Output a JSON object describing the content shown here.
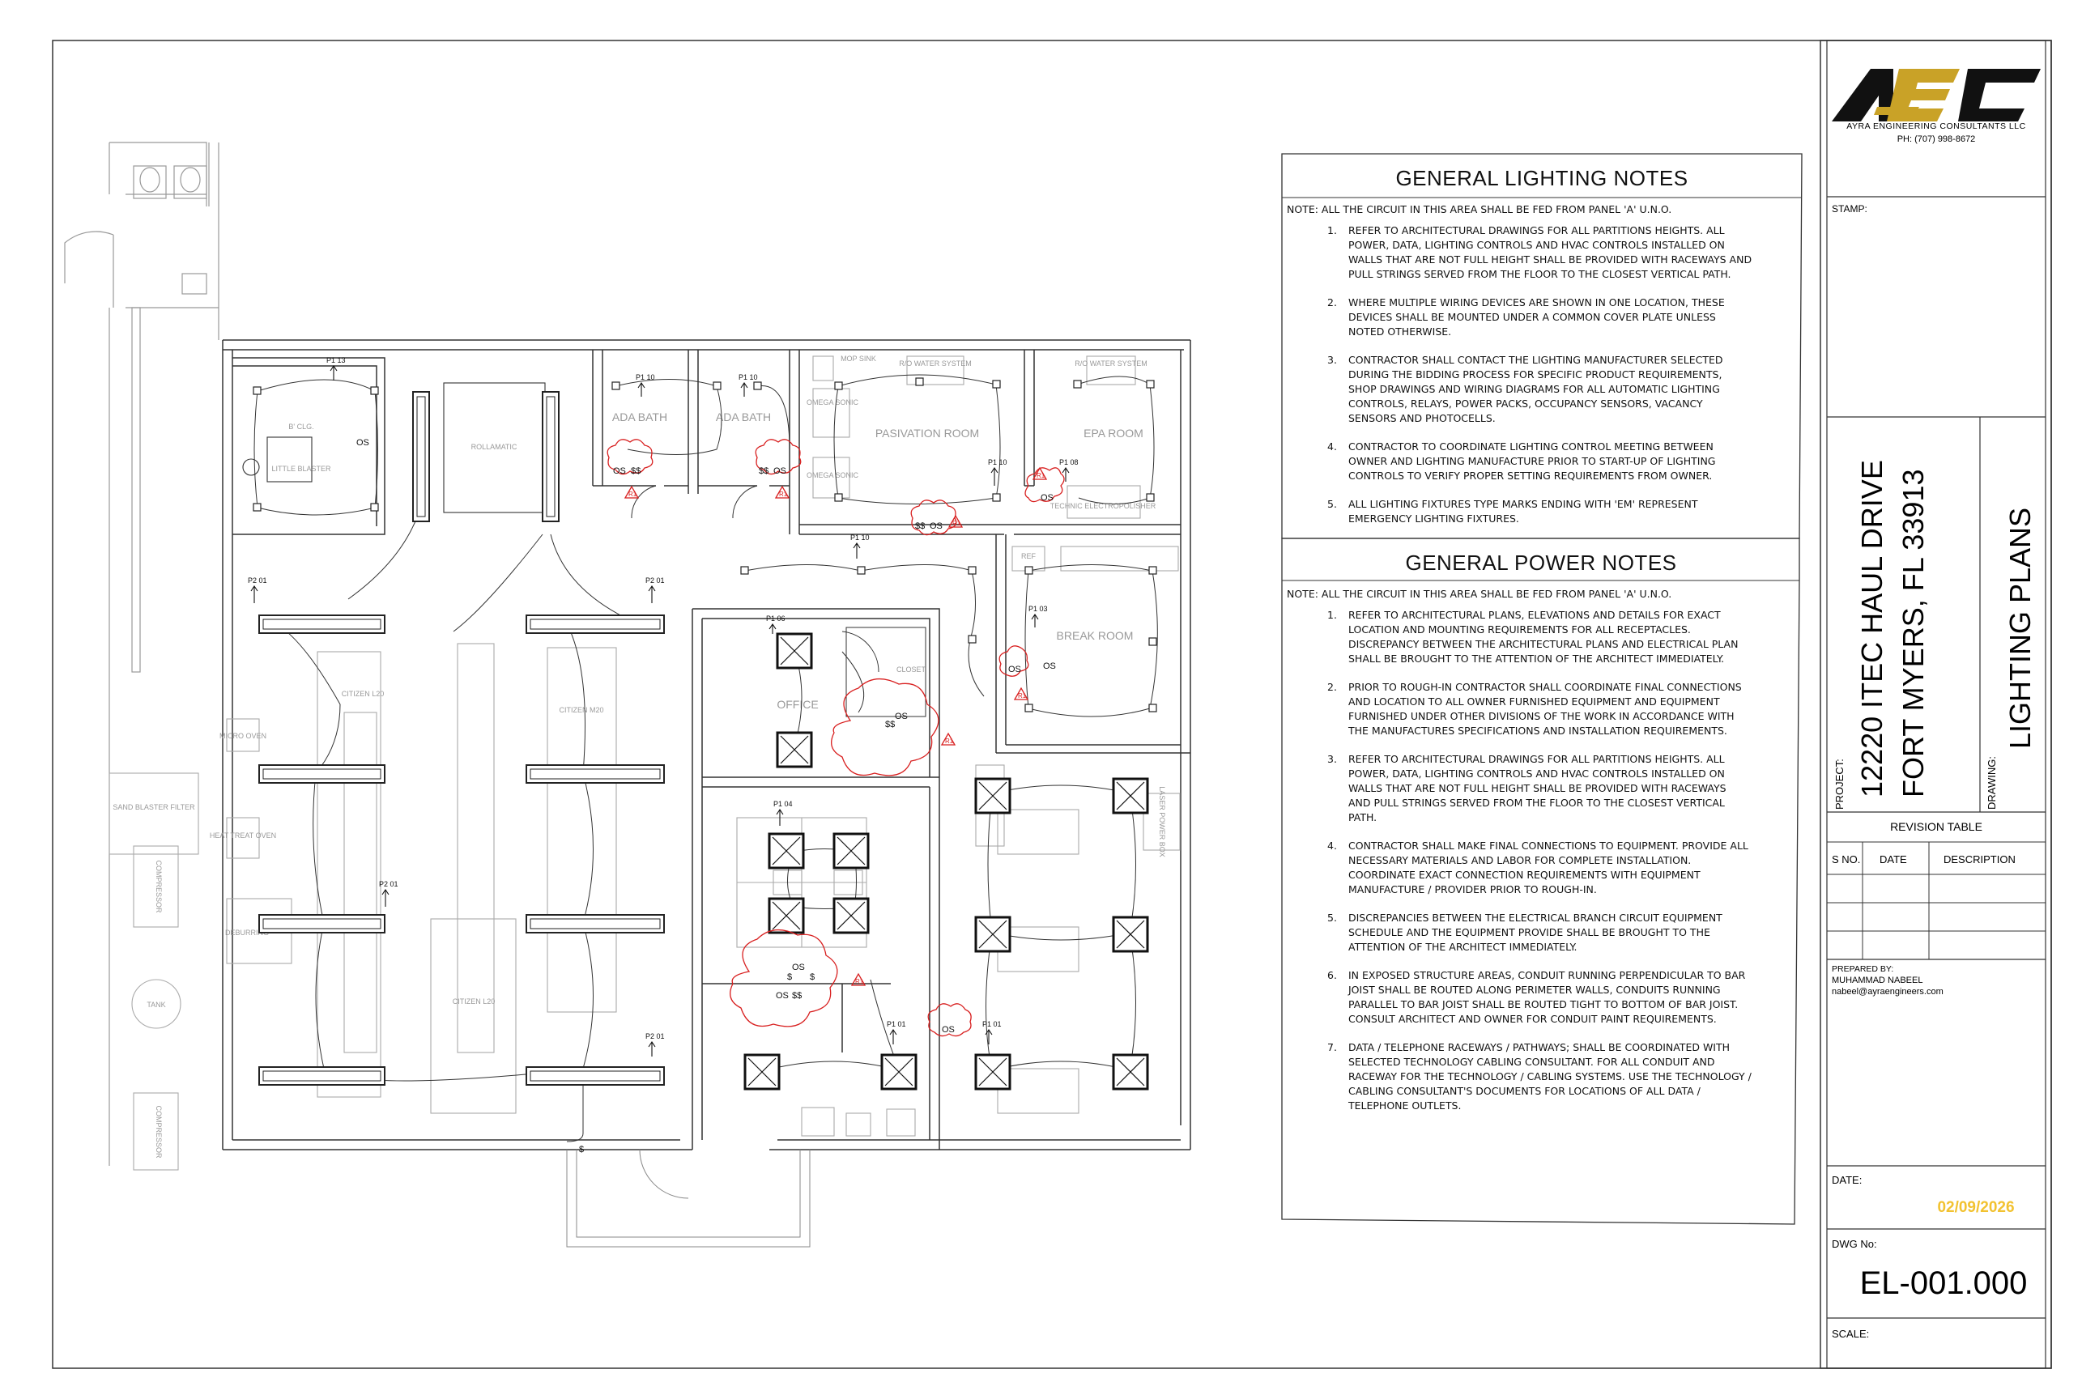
{
  "company": {
    "name": "AYRA ENGINEERING CONSULTANTS LLC",
    "phone": "PH: (707) 998-8672",
    "logo_text": "AEC",
    "gold": "#C9A227",
    "black": "#111111"
  },
  "lighting_notes": {
    "title": "GENERAL LIGHTING NOTES",
    "lead": "NOTE: ALL THE CIRCUIT IN THIS AREA SHALL BE FED FROM PANEL 'A' U.N.O.",
    "items": [
      {
        "n": "1.",
        "t": "REFER TO ARCHITECTURAL DRAWINGS FOR ALL PARTITIONS HEIGHTS. ALL POWER, DATA, LIGHTING CONTROLS AND HVAC CONTROLS INSTALLED ON WALLS THAT ARE NOT FULL HEIGHT SHALL BE PROVIDED WITH RACEWAYS AND PULL STRINGS SERVED FROM THE FLOOR TO THE CLOSEST VERTICAL PATH."
      },
      {
        "n": "2.",
        "t": "WHERE MULTIPLE WIRING DEVICES ARE SHOWN IN ONE LOCATION, THESE DEVICES SHALL BE MOUNTED UNDER A COMMON COVER PLATE UNLESS NOTED OTHERWISE."
      },
      {
        "n": "3.",
        "t": "CONTRACTOR SHALL CONTACT THE LIGHTING MANUFACTURER SELECTED DURING THE BIDDING PROCESS FOR SPECIFIC PRODUCT REQUIREMENTS, SHOP DRAWINGS AND WIRING DIAGRAMS FOR ALL AUTOMATIC LIGHTING CONTROLS, RELAYS, POWER PACKS, OCCUPANCY SENSORS, VACANCY SENSORS AND PHOTOCELLS."
      },
      {
        "n": "4.",
        "t": "CONTRACTOR TO COORDINATE LIGHTING CONTROL MEETING BETWEEN OWNER AND LIGHTING MANUFACTURE PRIOR TO START-UP OF LIGHTING CONTROLS TO VERIFY PROPER SETTING REQUIREMENTS FROM OWNER."
      },
      {
        "n": "5.",
        "t": "ALL LIGHTING FIXTURES TYPE MARKS ENDING WITH 'EM' REPRESENT EMERGENCY LIGHTING FIXTURES."
      }
    ]
  },
  "power_notes": {
    "title": "GENERAL POWER NOTES",
    "lead": "NOTE: ALL THE CIRCUIT IN THIS AREA SHALL BE FED FROM PANEL 'A' U.N.O.",
    "items": [
      {
        "n": "1.",
        "t": "REFER TO ARCHITECTURAL PLANS, ELEVATIONS AND DETAILS FOR EXACT LOCATION AND MOUNTING REQUIREMENTS FOR ALL RECEPTACLES. DISCREPANCY BETWEEN THE ARCHITECTURAL PLANS AND ELECTRICAL PLAN SHALL BE BROUGHT TO THE ATTENTION OF THE ARCHITECT IMMEDIATELY."
      },
      {
        "n": "2.",
        "t": "PRIOR TO ROUGH-IN CONTRACTOR SHALL COORDINATE FINAL CONNECTIONS AND LOCATION TO ALL OWNER FURNISHED EQUIPMENT AND EQUIPMENT FURNISHED UNDER OTHER DIVISIONS OF THE WORK IN ACCORDANCE WITH THE MANUFACTURES SPECIFICATIONS AND INSTALLATION REQUIREMENTS."
      },
      {
        "n": "3.",
        "t": "REFER TO ARCHITECTURAL DRAWINGS FOR ALL PARTITIONS HEIGHTS. ALL POWER, DATA, LIGHTING CONTROLS AND HVAC CONTROLS INSTALLED ON WALLS THAT ARE NOT FULL HEIGHT SHALL BE PROVIDED WITH RACEWAYS AND PULL STRINGS SERVED FROM THE FLOOR TO THE CLOSEST VERTICAL PATH."
      },
      {
        "n": "4.",
        "t": "CONTRACTOR SHALL MAKE FINAL CONNECTIONS TO EQUIPMENT. PROVIDE ALL NECESSARY MATERIALS AND LABOR FOR COMPLETE INSTALLATION. COORDINATE EXACT CONNECTION REQUIREMENTS WITH EQUIPMENT MANUFACTURE / PROVIDER PRIOR TO ROUGH-IN."
      },
      {
        "n": "5.",
        "t": "DISCREPANCIES BETWEEN THE ELECTRICAL BRANCH CIRCUIT EQUIPMENT SCHEDULE AND THE EQUIPMENT PROVIDE SHALL BE BROUGHT TO THE ATTENTION OF THE ARCHITECT IMMEDIATELY."
      },
      {
        "n": "6.",
        "t": "IN EXPOSED STRUCTURE AREAS, CONDUIT RUNNING PERPENDICULAR TO BAR JOIST SHALL BE ROUTED ALONG PERIMETER WALLS, CONDUITS RUNNING PARALLEL TO BAR JOIST SHALL BE ROUTED TIGHT TO BOTTOM OF BAR JOIST. CONSULT ARCHITECT AND OWNER FOR CONDUIT PAINT REQUIREMENTS."
      },
      {
        "n": "7.",
        "t": "DATA / TELEPHONE RACEWAYS / PATHWAYS; SHALL BE COORDINATED WITH SELECTED TECHNOLOGY CABLING CONSULTANT. FOR ALL CONDUIT AND RACEWAY FOR THE TECHNOLOGY / CABLING SYSTEMS. USE THE TECHNOLOGY / CABLING CONSULTANT'S DOCUMENTS FOR LOCATIONS OF ALL DATA / TELEPHONE OUTLETS."
      }
    ]
  },
  "title_block": {
    "stamp_label": "STAMP:",
    "project_label": "PROJECT:",
    "project_line1": "12220 ITEC HAUL DRIVE",
    "project_line2": "FORT MYERS, FL 33913",
    "drawing_label": "DRAWING:",
    "drawing_title": "LIGHTING PLANS",
    "revision_title": "REVISION TABLE",
    "revision_cols": [
      "S NO.",
      "DATE",
      "DESCRIPTION"
    ],
    "prepared_label": "PREPARED BY:",
    "prepared_name": "MUHAMMAD NABEEL",
    "prepared_email": "nabeel@ayraengineers.com",
    "date_label": "DATE:",
    "date_value": "02/09/2026",
    "date_color": "#F2C230",
    "dwg_label": "DWG No:",
    "dwg_value": "EL-001.000",
    "scale_label": "SCALE:"
  },
  "plan": {
    "rooms": [
      "B' CLG.",
      "LITTLE BLASTER",
      "ROLLAMATIC",
      "ADA BATH",
      "ADA BATH",
      "MOP SINK",
      "R/O WATER SYSTEM",
      "OMEGA SONIC",
      "OMEGA SONIC",
      "PASIVATION ROOM",
      "R/O WATER SYSTEM",
      "EPA ROOM",
      "TECHNIC ELECTROPOLISHER",
      "REF",
      "BREAK ROOM",
      "CLOSET",
      "OFFICE",
      "CITIZEN L20",
      "CITIZEN M20",
      "CITIZEN L20",
      "MICRO OVEN",
      "HEAT TREAT OVEN",
      "SAND BLASTER FILTER",
      "COMPRESSOR",
      "TANK",
      "COMPRESSOR",
      "DEBURRING",
      "LASER POWER BOX"
    ],
    "circuits": [
      "P1 13",
      "P1 10",
      "P1 10",
      "P1 10",
      "P1 08",
      "P1 10",
      "P2 01",
      "P2 01",
      "P1 06",
      "P1 03",
      "P1 04",
      "P2 01",
      "P2 01",
      "P1 01",
      "P1 01"
    ],
    "tags": {
      "os": "OS",
      "sw": "$$",
      "sw1": "$",
      "r1": "R1"
    },
    "revision_color": "#D81F1F"
  }
}
